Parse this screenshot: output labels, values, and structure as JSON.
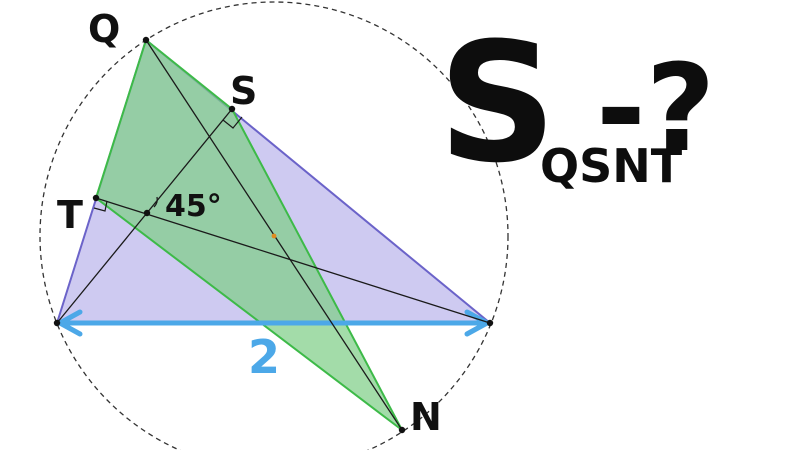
{
  "points": {
    "Q": "Q",
    "S": "S",
    "T": "T",
    "N": "N"
  },
  "angle_label": "45°",
  "length_label": "2",
  "formula": {
    "main": "S",
    "subscript": "QSNT",
    "suffix": "-?"
  },
  "colors": {
    "purple_fill": "#c9c4f0",
    "green_fill": "#86d08e",
    "green_stroke": "#3dba48",
    "purple_stroke": "#6b63c9",
    "blue_segment": "#4ca8e8",
    "text": "#0d0d0d"
  }
}
